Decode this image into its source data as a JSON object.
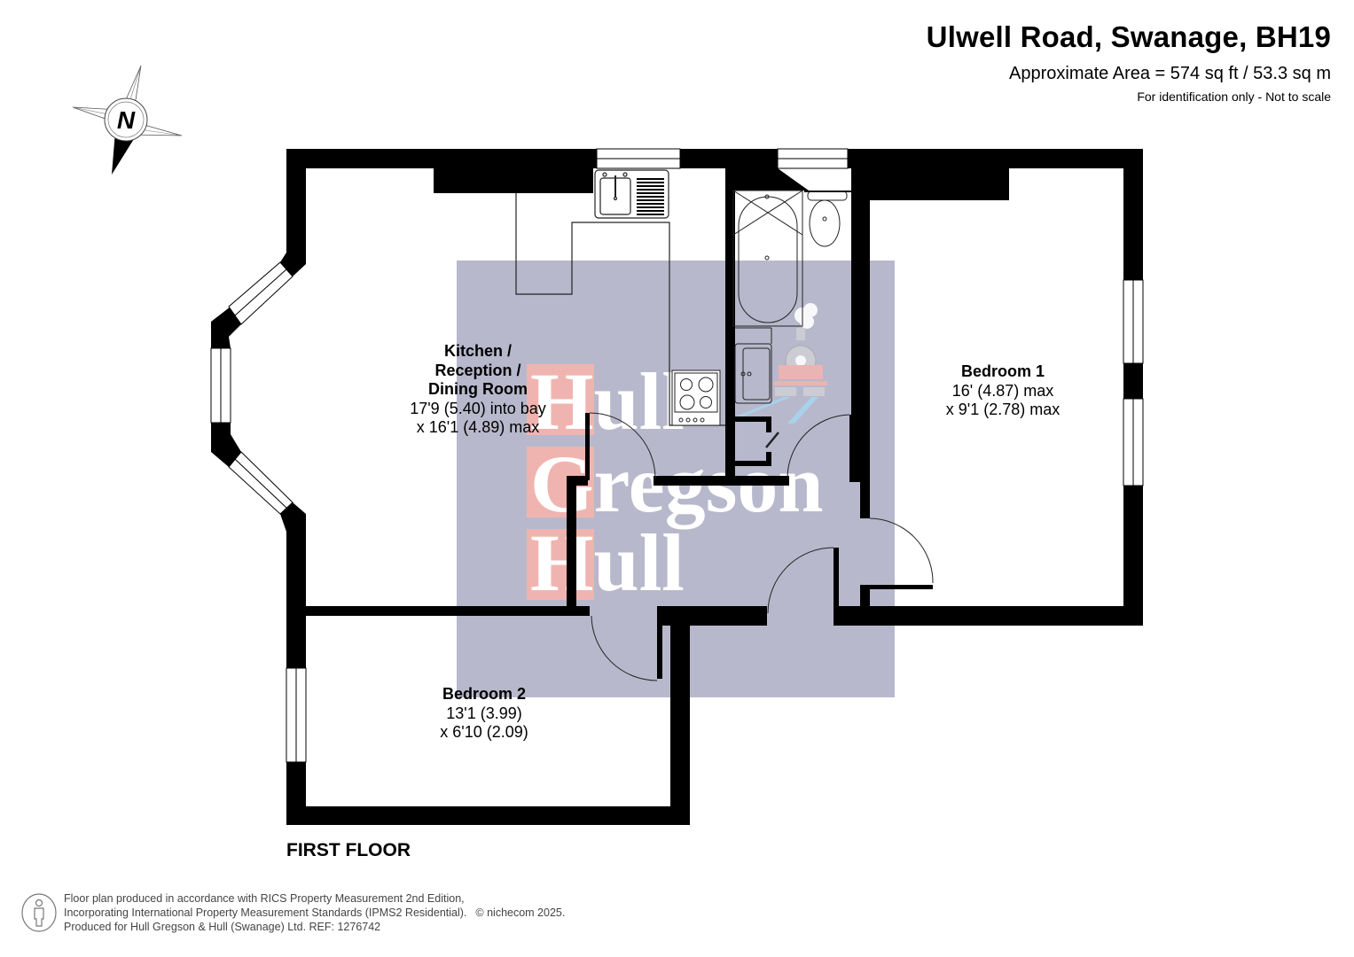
{
  "header": {
    "title": "Ulwell Road, Swanage, BH19",
    "area": "Approximate Area = 574 sq ft / 53.3 sq m",
    "disclaimer": "For identification only - Not to scale"
  },
  "compass": {
    "icon": "north-compass-icon",
    "label": "N"
  },
  "floor": {
    "label": "FIRST FLOOR"
  },
  "rooms": [
    {
      "name_lines": [
        "Kitchen /",
        "Reception /",
        "Dining Room"
      ],
      "dims": [
        "17'9 (5.40) into bay",
        "x 16'1 (4.89) max"
      ]
    },
    {
      "name_lines": [
        "Bedroom 1"
      ],
      "dims": [
        "16' (4.87) max",
        "x 9'1 (2.78) max"
      ]
    },
    {
      "name_lines": [
        "Bedroom 2"
      ],
      "dims": [
        "13'1 (3.99)",
        "x 6'10 (2.09)"
      ]
    }
  ],
  "watermark": {
    "lines": [
      "Hull",
      "Gregson",
      "Hull"
    ],
    "colors": {
      "panel": "#b8b8cc",
      "initial_box": "#f0b4b0",
      "text": "#ffffff"
    }
  },
  "footer": {
    "icon": "person-icon",
    "line1": "Floor plan produced in accordance with RICS Property Measurement 2nd Edition,",
    "line2": "Incorporating International Property Measurement Standards (IPMS2 Residential).",
    "copyright": "© nichecom 2025.",
    "line3": "Produced for Hull Gregson & Hull (Swanage) Ltd.   REF:  1276742"
  },
  "colors": {
    "wall": "#000000",
    "background": "#ffffff",
    "fixture_line": "#333333"
  }
}
